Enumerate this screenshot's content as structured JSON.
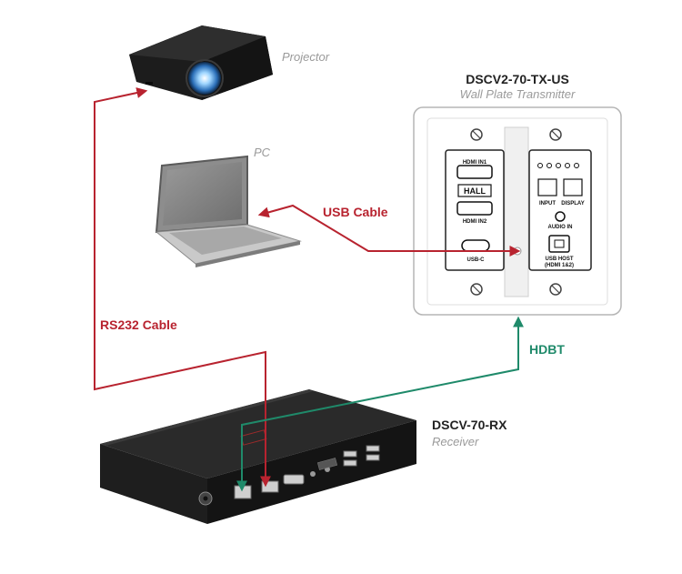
{
  "devices": {
    "projector": {
      "label": "Projector"
    },
    "pc": {
      "label": "PC"
    },
    "transmitter": {
      "model": "DSCV2-70-TX-US",
      "subtitle": "Wall Plate Transmitter",
      "ports": {
        "hdmi_in1": "HDMI IN1",
        "hall_logo": "HALL",
        "hdmi_in2": "HDMI IN2",
        "usb_c": "USB-C",
        "input": "INPUT",
        "display": "DISPLAY",
        "audio_in": "AUDIO IN",
        "usb_host": "USB HOST",
        "usb_host_sub": "(HDMI 1&2)"
      }
    },
    "receiver": {
      "model": "DSCV-70-RX",
      "subtitle": "Receiver"
    }
  },
  "cables": {
    "usb": "USB Cable",
    "rs232": "RS232 Cable",
    "hdbt": "HDBT"
  },
  "colors": {
    "red_cable": "#b8232f",
    "green_cable": "#1f8a6a",
    "device_dark": "#1b1b1b"
  }
}
